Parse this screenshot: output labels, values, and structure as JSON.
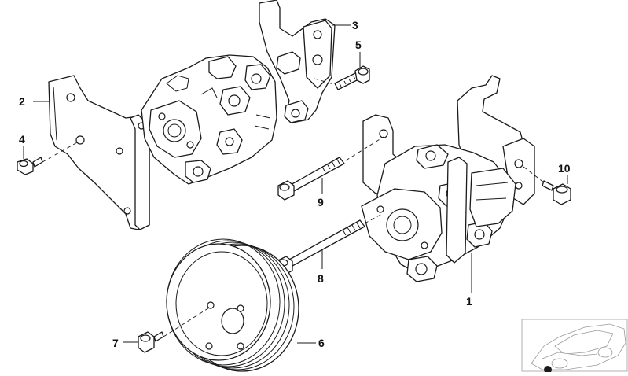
{
  "diagram": {
    "callouts": {
      "c1": "1",
      "c2": "2",
      "c3": "3",
      "c4": "4",
      "c5": "5",
      "c6": "6",
      "c7": "7",
      "c8": "8",
      "c9": "9",
      "c10": "10"
    }
  },
  "colors": {
    "line": "#1a1a1a",
    "background": "#ffffff",
    "inset_border": "#b0b0b0"
  }
}
